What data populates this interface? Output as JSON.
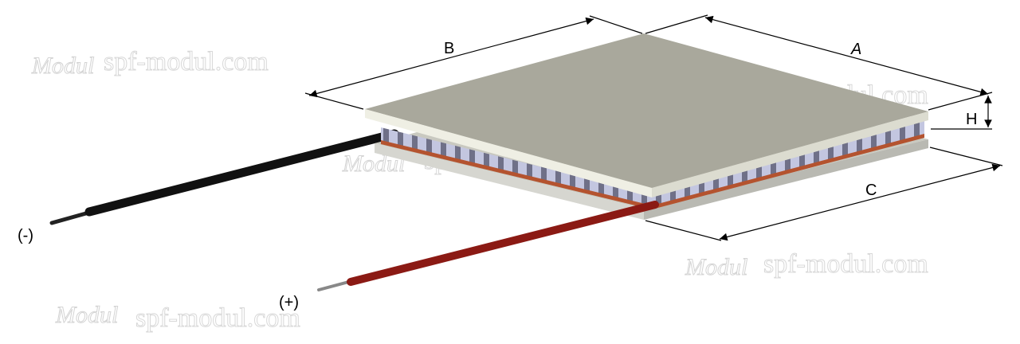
{
  "diagram": {
    "labels": {
      "a": "A",
      "b": "B",
      "c": "C",
      "h": "H",
      "negative": "(-)",
      "positive": "(+)"
    },
    "watermark": {
      "logo": "Modul",
      "text": "spf-modul.com"
    },
    "colors": {
      "plate": "#a9a89c",
      "pellet": "#b8bcd8",
      "negative_wire": "#111111",
      "positive_wire": "#8b1a14"
    }
  }
}
